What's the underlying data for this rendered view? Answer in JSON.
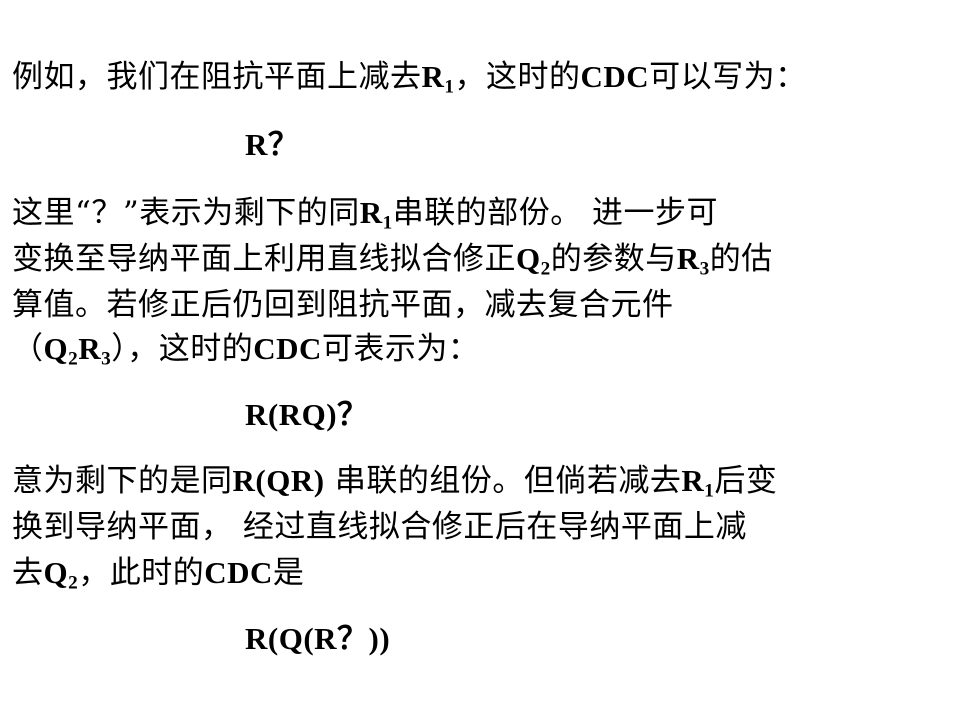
{
  "paragraph1": {
    "p1": "例如，我们在阻抗平面上减去",
    "R": "R",
    "sub1": "1",
    "p2": "，这时的",
    "CDC": "CDC",
    "p3": "可以写为："
  },
  "formula1": "R？",
  "paragraph2": {
    "l1_a": "这里“？”表示为剩下的同",
    "l1_R": "R",
    "l1_sub": "1",
    "l1_b": "串联的部份。 进一步可",
    "l2_a": "变换至导纳平面上利用直线拟合修正",
    "l2_Q": "Q",
    "l2_sub": "2",
    "l2_b": "的参数与",
    "l2_R": "R",
    "l2_sub2": "3",
    "l2_c": "的估",
    "l3": "算值。若修正后仍回到阻抗平面，减去复合元件",
    "l4_a": "（",
    "l4_Q": "Q",
    "l4_sub": "2",
    "l4_R": "R",
    "l4_sub2": "3",
    "l4_b": "），这时的",
    "l4_CDC": "CDC",
    "l4_c": "可表示为："
  },
  "formula2": "R(RQ)？",
  "paragraph3": {
    "l1_a": "意为剩下的是同",
    "l1_expr": "R(QR)",
    "l1_b": " 串联的组份。但倘若减去",
    "l1_R": "R",
    "l1_sub": "1",
    "l1_c": "后变",
    "l2": "换到导纳平面， 经过直线拟合修正后在导纳平面上减",
    "l3_a": "去",
    "l3_Q": "Q",
    "l3_sub": "2",
    "l3_b": "，此时的",
    "l3_CDC": "CDC",
    "l3_c": "是"
  },
  "formula3": "R(Q(R？))"
}
